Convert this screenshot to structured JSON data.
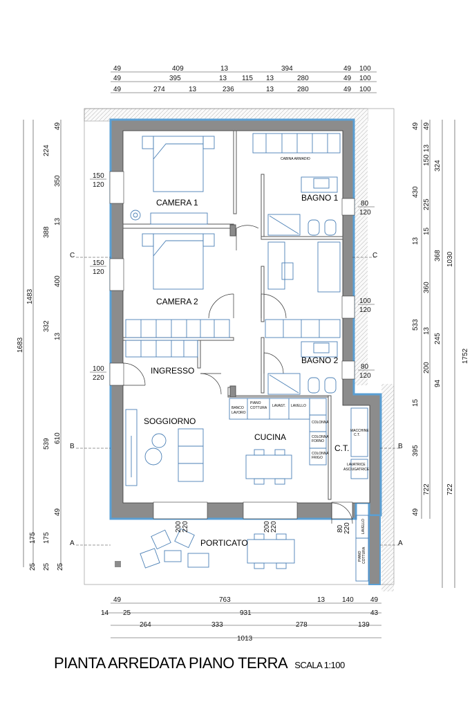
{
  "drawing": {
    "title": "PIANTA ARREDATA PIANO TERRA",
    "scale": "SCALA 1:100",
    "colors": {
      "wall": "#8c8c8c",
      "insulation": "#5a9fd4",
      "furniture": "#4a7fb5",
      "line": "#222222"
    }
  },
  "rooms": {
    "camera1": "CAMERA 1",
    "camera2": "CAMERA 2",
    "bagno1": "BAGNO 1",
    "bagno2": "BAGNO 2",
    "ingresso": "INGRESSO",
    "soggiorno": "SOGGIORNO",
    "cucina": "CUCINA",
    "ct": "C.T.",
    "porticato": "PORTICATO"
  },
  "fixtures": {
    "cabina": "CABINA ARMADIO",
    "banco_1": "BANCO",
    "banco_2": "LAVORO",
    "piano_1": "PIANO",
    "piano_2": "COTTURA",
    "lavast": "LAVAST.",
    "lavello": "LAVELLO",
    "colonna": "COLONNA",
    "col_forno_1": "COLONNA",
    "col_forno_2": "FORNO",
    "col_frigo_1": "COLONNA",
    "col_frigo_2": "FRIGO",
    "macchine_1": "MACCHINE",
    "macchine_2": "C.T.",
    "lavatrice_1": "LAVATRICE",
    "lavatrice_2": "ASCIUGATRICE",
    "lavello_ext": "LAVELLO",
    "piano_ext_1": "PIANO",
    "piano_ext_2": "COTTURA"
  },
  "section_marks": {
    "a": "A",
    "b": "B",
    "c": "C"
  },
  "dims": {
    "top1": [
      "49",
      "409",
      "13",
      "394",
      "49",
      "100"
    ],
    "top2": [
      "49",
      "395",
      "13",
      "115",
      "13",
      "280",
      "49",
      "100"
    ],
    "top3": [
      "49",
      "274",
      "13",
      "236",
      "13",
      "280",
      "49",
      "100"
    ],
    "bot1": [
      "49",
      "763",
      "13",
      "140",
      "49"
    ],
    "bot2": [
      "14",
      "25",
      "931",
      "43"
    ],
    "bot3": [
      "264",
      "333",
      "278",
      "139"
    ],
    "bot4": [
      "1013"
    ],
    "left_outer": [
      "1683"
    ],
    "left_mid": [
      "1483",
      "539",
      "175",
      "25"
    ],
    "left_inner": [
      "49",
      "224",
      "350",
      "13",
      "388",
      "400",
      "332",
      "13",
      "610",
      "49",
      "175",
      "25",
      "25"
    ],
    "right_inner": [
      "49",
      "13",
      "150",
      "225",
      "15",
      "13",
      "360",
      "13",
      "200",
      "15",
      "395",
      "49"
    ],
    "right_mid": [
      "49",
      "324",
      "368",
      "245",
      "94",
      "722"
    ],
    "right_mid2": [
      "430",
      "533",
      "722"
    ],
    "right_outer": [
      "1030",
      "1752"
    ],
    "windows": {
      "w1a": "150",
      "w1b": "120",
      "w2a": "150",
      "w2b": "120",
      "w3a": "100",
      "w3b": "220",
      "w4a": "80",
      "w4b": "120",
      "w5a": "100",
      "w5b": "120",
      "w6a": "80",
      "w6b": "120",
      "w7a": "200",
      "w7b": "220",
      "w8a": "200",
      "w8b": "220",
      "w9a": "80",
      "w9b": "220"
    }
  }
}
